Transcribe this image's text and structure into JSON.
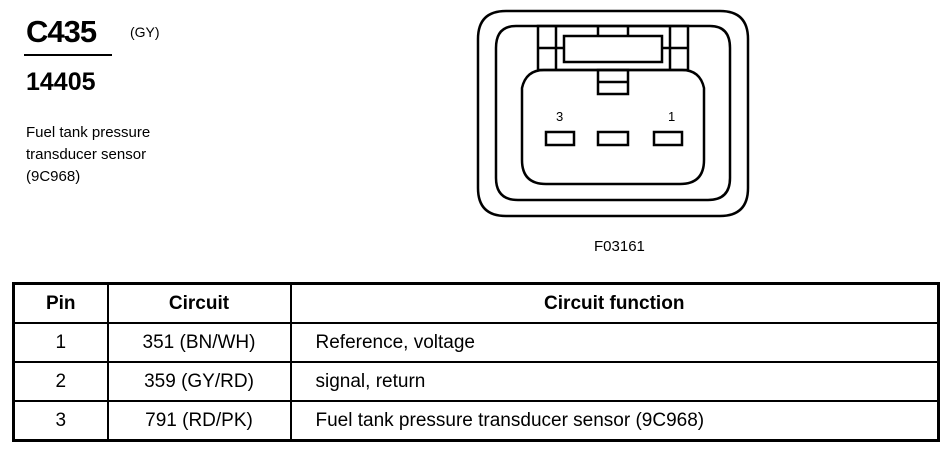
{
  "header": {
    "connector_id": "C435",
    "color_code": "(GY)",
    "part_number": "14405",
    "description_lines": [
      "Fuel tank pressure",
      "transducer sensor",
      "(9C968)"
    ]
  },
  "diagram": {
    "pin_labels": {
      "left": "3",
      "right": "1"
    },
    "figure_id": "F03161"
  },
  "table": {
    "headers": {
      "pin": "Pin",
      "circuit": "Circuit",
      "function": "Circuit function"
    },
    "rows": [
      {
        "pin": "1",
        "circuit": "351 (BN/WH)",
        "function": "Reference, voltage"
      },
      {
        "pin": "2",
        "circuit": "359 (GY/RD)",
        "function": "signal, return"
      },
      {
        "pin": "3",
        "circuit": "791 (RD/PK)",
        "function": "Fuel tank pressure transducer sensor (9C968)"
      }
    ]
  }
}
